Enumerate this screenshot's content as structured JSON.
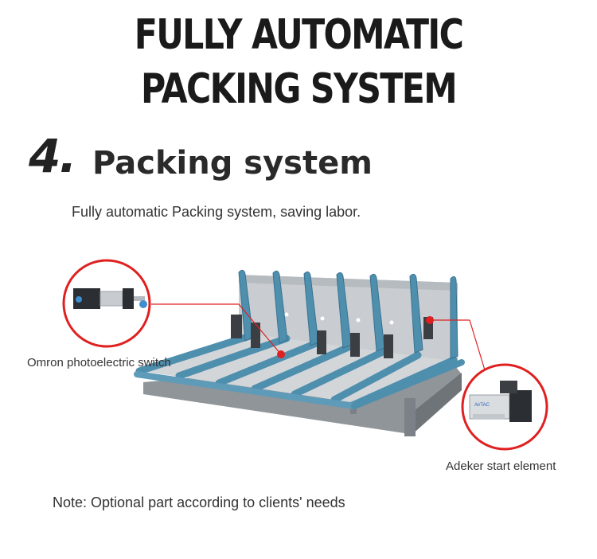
{
  "header": {
    "title_line1": "FULLY AUTOMATIC",
    "title_line2": "PACKING SYSTEM"
  },
  "section": {
    "number": "4.",
    "title": "Packing system",
    "subtitle": "Fully automatic Packing system, saving labor."
  },
  "callouts": {
    "left_label": "Omron photoelectric switch",
    "right_label": "Adeker start element",
    "right_valve_text": "AirTAC"
  },
  "note": "Note: Optional part according to clients' needs",
  "colors": {
    "callout_red": "#e02020",
    "frame_blue": "#4f8fae",
    "panel_gray": "#c9cdd1"
  }
}
